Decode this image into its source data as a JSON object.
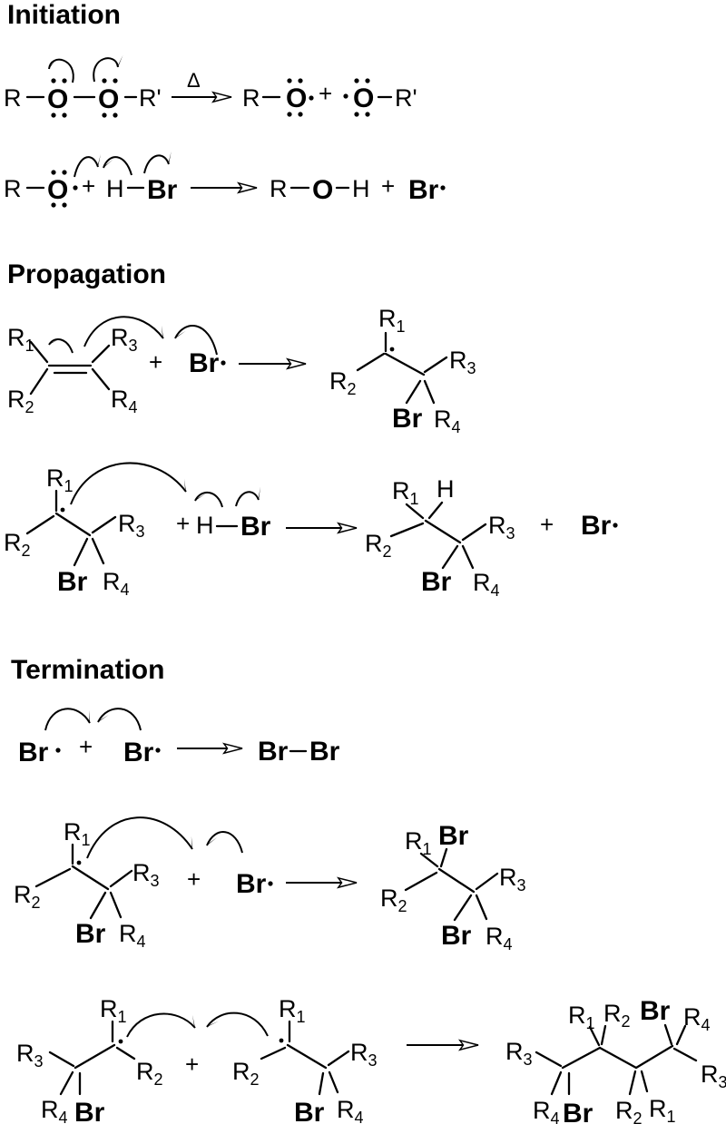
{
  "headings": {
    "initiation": "Initiation",
    "propagation": "Propagation",
    "termination": "Termination"
  },
  "atoms": {
    "r": "R",
    "r_prime": "R'",
    "o": "O",
    "h": "H",
    "br": "Br"
  },
  "r_groups": {
    "r1": {
      "base": "R",
      "sub": "1"
    },
    "r2": {
      "base": "R",
      "sub": "2"
    },
    "r3": {
      "base": "R",
      "sub": "3"
    },
    "r4": {
      "base": "R",
      "sub": "4"
    }
  },
  "symbols": {
    "plus": "+",
    "delta": "Δ"
  },
  "colors": {
    "oxygen": "#F20D0D",
    "bromine": "#C2A000",
    "structure": "#000000",
    "background": "#FFFFFF"
  }
}
